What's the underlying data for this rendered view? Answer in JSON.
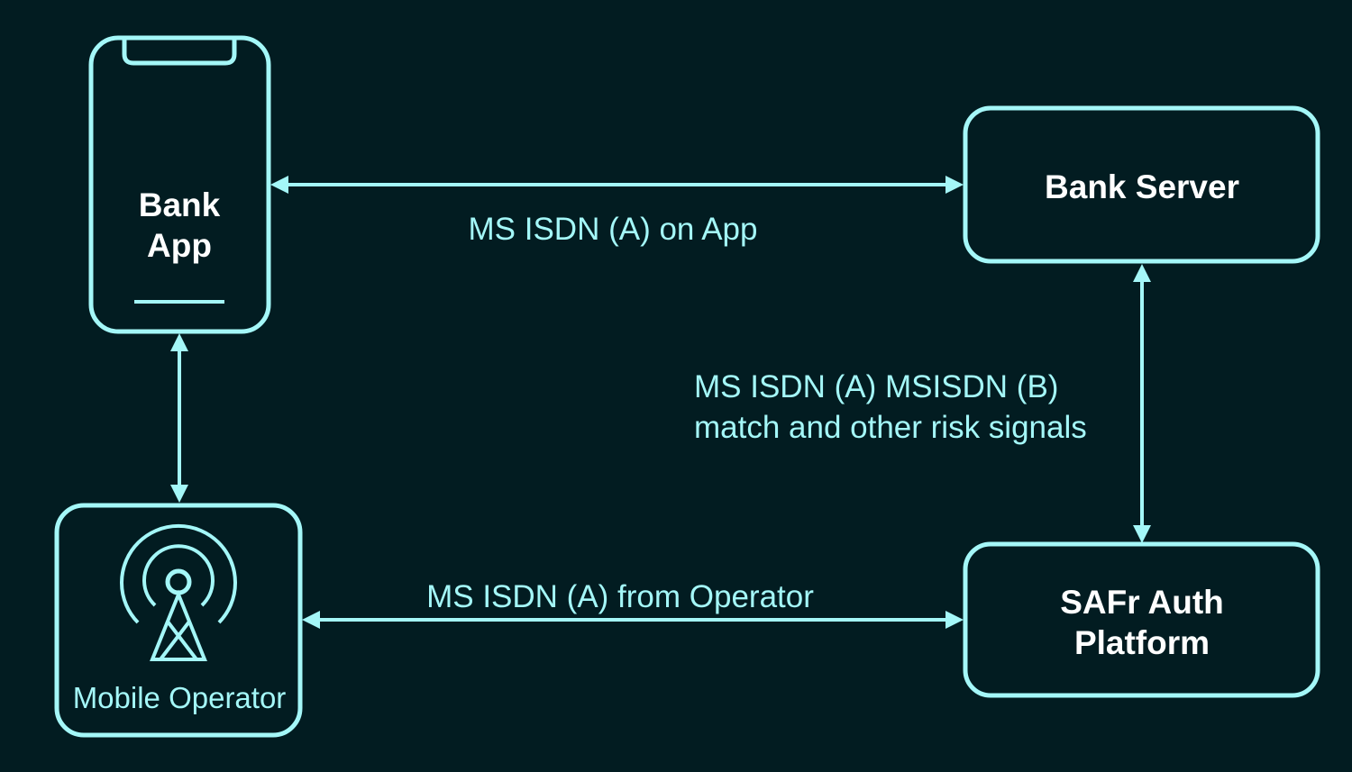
{
  "colors": {
    "background": "#021c21",
    "stroke": "#a4f7f8",
    "node_text": "#ffffff",
    "edge_text": "#a4f7f8"
  },
  "nodes": {
    "bank_app": {
      "line1": "Bank",
      "line2": "App",
      "icon": "smartphone-icon"
    },
    "bank_server": {
      "label": "Bank Server"
    },
    "mobile_operator": {
      "label": "Mobile Operator",
      "icon": "cell-tower-icon"
    },
    "safr_auth": {
      "line1": "SAFr Auth",
      "line2": "Platform"
    }
  },
  "edges": {
    "app_to_server": {
      "label": "MS ISDN (A) on App"
    },
    "server_to_safr": {
      "line1": "MS ISDN (A) MSISDN (B)",
      "line2": "match and other risk signals"
    },
    "operator_to_safr": {
      "label": "MS ISDN (A) from Operator"
    },
    "app_to_operator": {
      "label": ""
    }
  }
}
